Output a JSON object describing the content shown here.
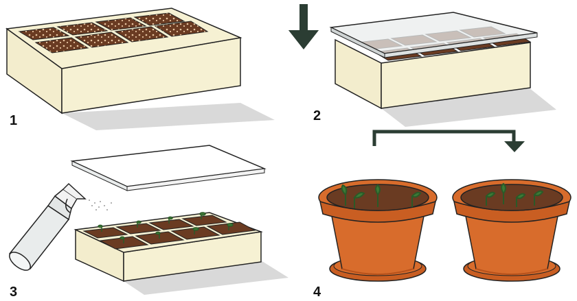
{
  "steps": [
    {
      "number": "1"
    },
    {
      "number": "2"
    },
    {
      "number": "3"
    },
    {
      "number": "4"
    }
  ],
  "colors": {
    "box_fill": "#f6f1d3",
    "box_side": "#e7dfb6",
    "soil": "#6a3b22",
    "seed": "#e7c4a0",
    "sprout": "#3c7a36",
    "pot": "#d86c2c",
    "pot_shade": "#b9521b",
    "arrow": "#2b3d33",
    "shadow": "#d9d9d9",
    "glass": "#e9ecec",
    "spray_bottle": "#e9ecec"
  },
  "icons": [
    "down-arrow-icon",
    "elbow-arrow-icon",
    "spray-bottle-icon",
    "seedling-icon"
  ]
}
